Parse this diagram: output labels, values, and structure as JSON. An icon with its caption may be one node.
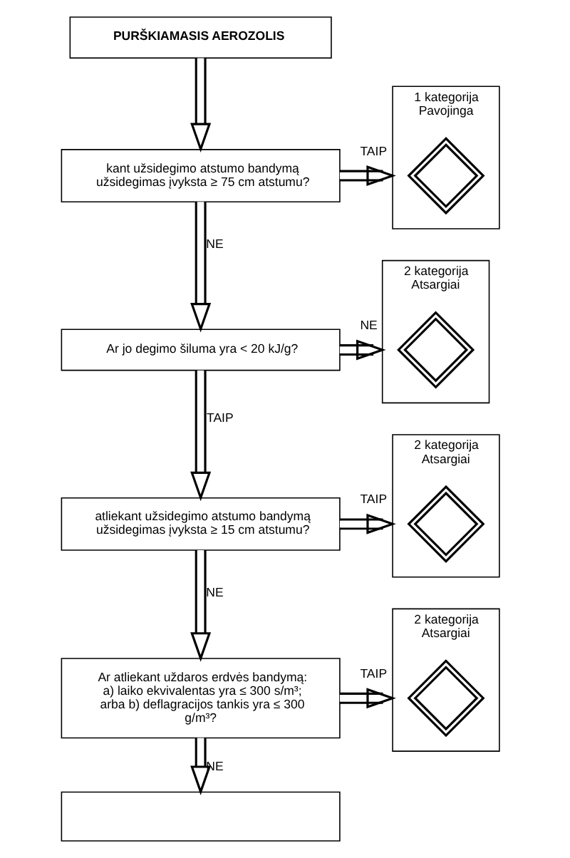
{
  "diagram": {
    "nodes": [
      {
        "text": [
          "PURŠKIAMASIS AEROZOLIS"
        ]
      },
      {
        "text": [
          "kant užsidegimo atstumo bandymą užsidegimas įvyksta ≥ 75 cm atstumu?"
        ]
      },
      {
        "text": [
          "1 kategorija",
          "Pavojinga"
        ]
      },
      {
        "text": [],
        "shape": "picture",
        "in": 2
      },
      {
        "text": [
          "Ar jo degimo šiluma yra < 20 kJ/g?"
        ]
      },
      {
        "text": [
          "2 kategorija",
          "Atsargiai"
        ]
      },
      {
        "text": [],
        "shape": "picture",
        "in": 5
      },
      {
        "text": [
          "atliekant užsidegimo atstumo bandymą užsidegimas įvyksta ≥ 15 cm atstumu?"
        ]
      },
      {
        "text": [
          "2 kategorija",
          "Atsargiai"
        ]
      },
      {
        "text": [],
        "shape": "picture",
        "in": 8
      },
      {
        "text": [
          "Ar atliekant uždaros erdvės bandymą: a) laiko ekvivalentas yra ≤ 300 s/m³; arba b) deflagracijos tankis yra ≤ 300 g/m³?"
        ]
      },
      {
        "text": [
          "2 kategorija",
          "Atsargiai"
        ]
      },
      {
        "text": [],
        "shape": "picture",
        "in": 11
      },
      {
        "text": [],
        "shape": "box"
      }
    ],
    "edges": [
      {
        "from": 0,
        "to": 1,
        "arrow": "to"
      },
      {
        "from": 1,
        "to": 2,
        "arrow": "to",
        "label": "TAIP"
      },
      {
        "from": 1,
        "to": 4,
        "arrow": "to",
        "label": "NE"
      },
      {
        "from": 4,
        "to": 5,
        "arrow": "to",
        "label": "NE"
      },
      {
        "from": 4,
        "to": 7,
        "arrow": "to",
        "label": "TAIP"
      },
      {
        "from": 7,
        "to": 8,
        "arrow": "to",
        "label": "TAIP"
      },
      {
        "from": 7,
        "to": 10,
        "arrow": "to",
        "label": "NE"
      },
      {
        "from": 10,
        "to": 11,
        "arrow": "to",
        "label": "TAIP"
      },
      {
        "from": 10,
        "to": 13,
        "arrow": "to",
        "label": "NE"
      }
    ]
  }
}
